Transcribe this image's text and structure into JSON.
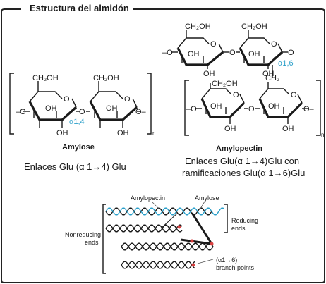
{
  "title": "Estructura del almidón",
  "amylose": {
    "name": "Amylose",
    "description": "Enlaces Glu (α 1→4) Glu",
    "linkage_label": "α1,4",
    "subscript": "n"
  },
  "amylopectin": {
    "name": "Amylopectin",
    "description_lines": [
      "Enlaces Glu(α 1→4)Glu con",
      "ramificaciones Glu(α 1→6)Glu"
    ],
    "linkage_label": "α1,6",
    "subscript": "n"
  },
  "atom_labels": {
    "ch2oh": "CH₂OH",
    "ch2": "CH₂",
    "oh": "OH",
    "o": "O",
    "end_o": "–O",
    "end_right": "O–"
  },
  "helix_diagram": {
    "amylopectin_label": "Amylopectin",
    "amylose_label": "Amylose",
    "nonreducing_label": [
      "Nonreducing",
      "ends"
    ],
    "reducing_label": [
      "Reducing",
      "ends"
    ],
    "branch_label": [
      "(α1→6)",
      "branch points"
    ]
  },
  "colors": {
    "amylose_strand": "#2b9fc9",
    "branch_point": "#d94040",
    "ink": "#1a1a1a"
  }
}
